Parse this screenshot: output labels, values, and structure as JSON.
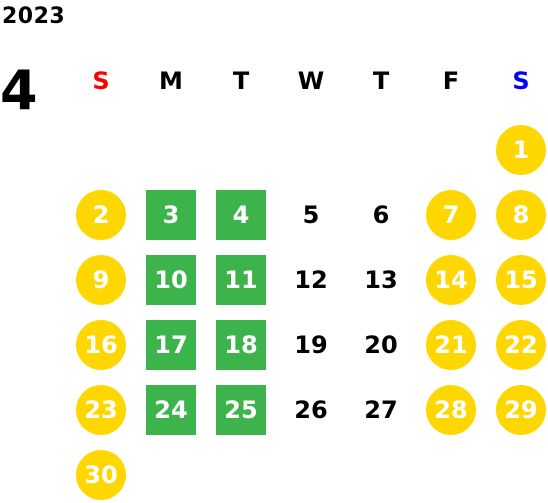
{
  "calendar": {
    "year": "2023",
    "month": "4",
    "weekdays": [
      {
        "label": "S",
        "color": "#ff0000"
      },
      {
        "label": "M",
        "color": "#000000"
      },
      {
        "label": "T",
        "color": "#000000"
      },
      {
        "label": "W",
        "color": "#000000"
      },
      {
        "label": "T",
        "color": "#000000"
      },
      {
        "label": "F",
        "color": "#000000"
      },
      {
        "label": "S",
        "color": "#0000ff"
      }
    ],
    "colors": {
      "holiday": "#ffd700",
      "special": "#3cb44b",
      "normal_text": "#000000"
    },
    "days": [
      {
        "label": "1",
        "week": 0,
        "weekday": 6,
        "type": "holiday"
      },
      {
        "label": "2",
        "week": 1,
        "weekday": 0,
        "type": "holiday"
      },
      {
        "label": "3",
        "week": 1,
        "weekday": 1,
        "type": "special"
      },
      {
        "label": "4",
        "week": 1,
        "weekday": 2,
        "type": "special"
      },
      {
        "label": "5",
        "week": 1,
        "weekday": 3,
        "type": "normal"
      },
      {
        "label": "6",
        "week": 1,
        "weekday": 4,
        "type": "normal"
      },
      {
        "label": "7",
        "week": 1,
        "weekday": 5,
        "type": "holiday"
      },
      {
        "label": "8",
        "week": 1,
        "weekday": 6,
        "type": "holiday"
      },
      {
        "label": "9",
        "week": 2,
        "weekday": 0,
        "type": "holiday"
      },
      {
        "label": "10",
        "week": 2,
        "weekday": 1,
        "type": "special"
      },
      {
        "label": "11",
        "week": 2,
        "weekday": 2,
        "type": "special"
      },
      {
        "label": "12",
        "week": 2,
        "weekday": 3,
        "type": "normal"
      },
      {
        "label": "13",
        "week": 2,
        "weekday": 4,
        "type": "normal"
      },
      {
        "label": "14",
        "week": 2,
        "weekday": 5,
        "type": "holiday"
      },
      {
        "label": "15",
        "week": 2,
        "weekday": 6,
        "type": "holiday"
      },
      {
        "label": "16",
        "week": 3,
        "weekday": 0,
        "type": "holiday"
      },
      {
        "label": "17",
        "week": 3,
        "weekday": 1,
        "type": "special"
      },
      {
        "label": "18",
        "week": 3,
        "weekday": 2,
        "type": "special"
      },
      {
        "label": "19",
        "week": 3,
        "weekday": 3,
        "type": "normal"
      },
      {
        "label": "20",
        "week": 3,
        "weekday": 4,
        "type": "normal"
      },
      {
        "label": "21",
        "week": 3,
        "weekday": 5,
        "type": "holiday"
      },
      {
        "label": "22",
        "week": 3,
        "weekday": 6,
        "type": "holiday"
      },
      {
        "label": "23",
        "week": 4,
        "weekday": 0,
        "type": "holiday"
      },
      {
        "label": "24",
        "week": 4,
        "weekday": 1,
        "type": "special"
      },
      {
        "label": "25",
        "week": 4,
        "weekday": 2,
        "type": "special"
      },
      {
        "label": "26",
        "week": 4,
        "weekday": 3,
        "type": "normal"
      },
      {
        "label": "27",
        "week": 4,
        "weekday": 4,
        "type": "normal"
      },
      {
        "label": "28",
        "week": 4,
        "weekday": 5,
        "type": "holiday"
      },
      {
        "label": "29",
        "week": 4,
        "weekday": 6,
        "type": "holiday"
      },
      {
        "label": "30",
        "week": 5,
        "weekday": 0,
        "type": "holiday"
      }
    ]
  }
}
